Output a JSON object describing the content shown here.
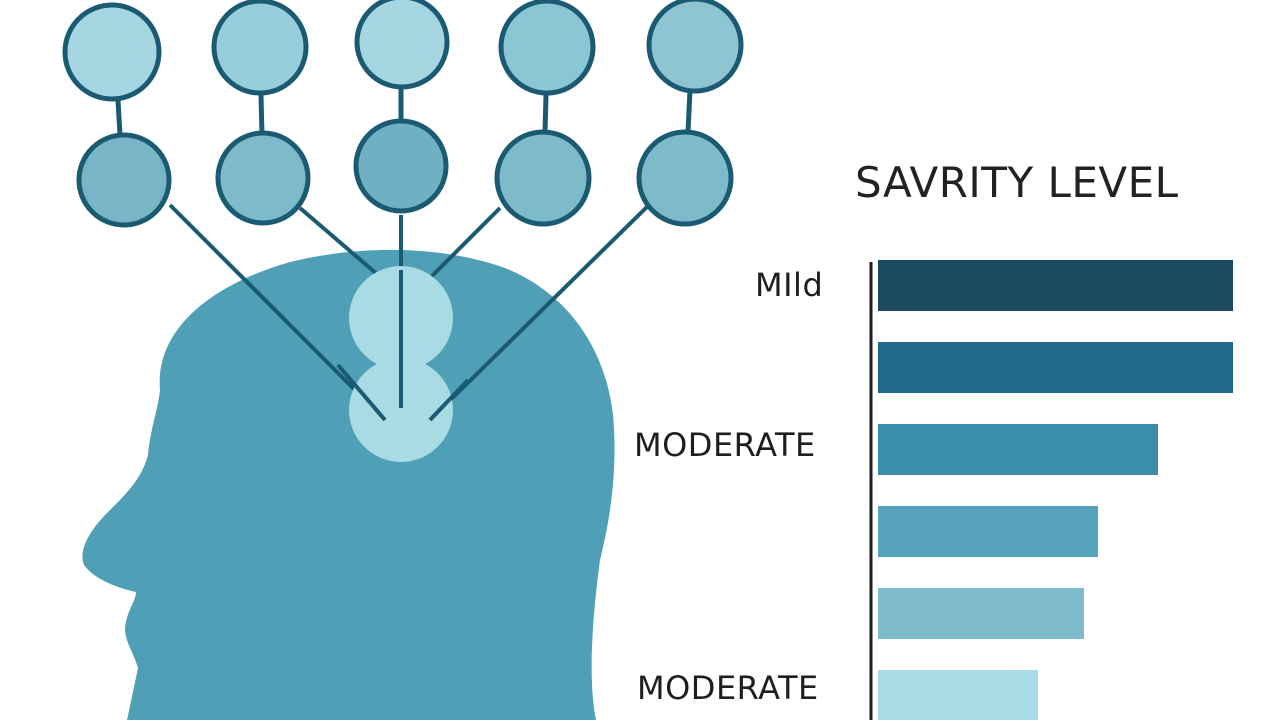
{
  "title": "SAVRITY LEVEL",
  "level_labels": [
    "MIld",
    "MODERATE",
    "MODERATE"
  ],
  "chart_data": {
    "type": "bar",
    "title": "SAVRITY LEVEL",
    "orientation": "horizontal",
    "values": [
      1.0,
      1.0,
      0.79,
      0.62,
      0.58,
      0.45
    ],
    "colors": [
      "#1c4a60",
      "#1f6a88",
      "#3b8ea9",
      "#58a3bc",
      "#7ebbcd",
      "#a9dce6"
    ]
  },
  "colors": {
    "head": "#4f9fb6",
    "node_stroke": "#1b5a73",
    "node_fill": "#86c2d0",
    "center_node": "#a8dbe4"
  }
}
